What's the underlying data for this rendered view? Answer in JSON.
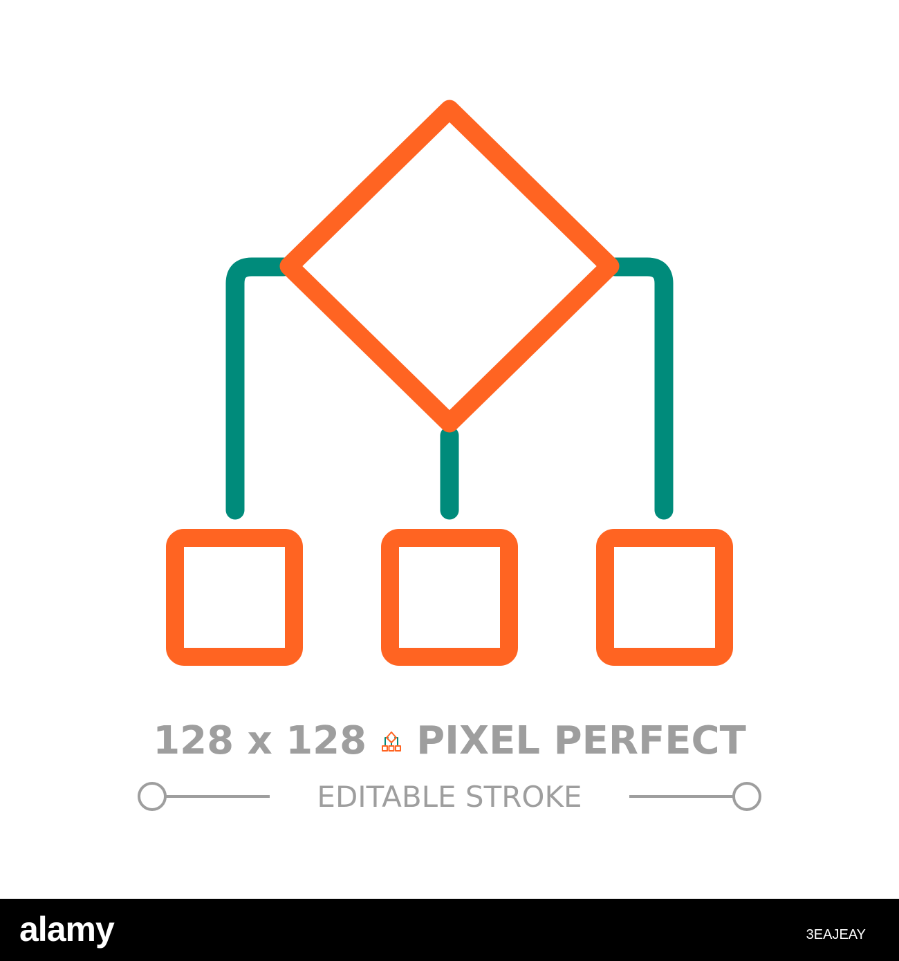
{
  "icon": {
    "name": "flowchart-icon",
    "colors": {
      "primary": "#ff6422",
      "secondary": "#008b7b",
      "caption": "#9e9e9e",
      "background": "#ffffff",
      "footer": "#000000"
    }
  },
  "caption": {
    "size_text": "128 x 128",
    "perfect_text": "PIXEL PERFECT",
    "stroke_text": "EDITABLE STROKE"
  },
  "footer": {
    "logo": "alamy",
    "image_id": "3EAJEAY"
  }
}
